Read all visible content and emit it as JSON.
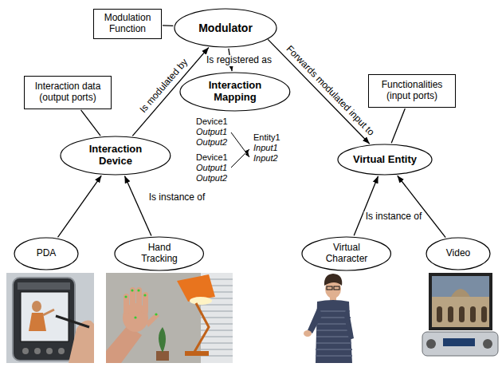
{
  "diagram": {
    "nodes": [
      {
        "text": [
          "Modulation Function"
        ]
      },
      {
        "text": [
          "Modulator"
        ]
      },
      {
        "text": [
          "Interaction Mapping"
        ]
      },
      {
        "text": [
          "Interaction data (output ports)"
        ]
      },
      {
        "text": [
          "Interaction Device"
        ]
      },
      {
        "text": [
          "Functionalities (input ports)"
        ]
      },
      {
        "text": [
          "Virtual Entity"
        ]
      },
      {
        "text": [
          "PDA"
        ]
      },
      {
        "text": [
          "Hand Tracking"
        ]
      },
      {
        "text": [
          "Virtual Character"
        ]
      },
      {
        "text": [
          "Video"
        ]
      }
    ],
    "edges": [
      {
        "from": 0,
        "to": 1,
        "arrow": "none"
      },
      {
        "from": 4,
        "to": 1,
        "arrow": "to",
        "label": "Is modulated by"
      },
      {
        "from": 1,
        "to": 2,
        "arrow": "to",
        "label": "Is registered as"
      },
      {
        "from": 1,
        "to": 6,
        "arrow": "to",
        "label": "Forwards modulated input to"
      },
      {
        "from": 3,
        "to": 4,
        "arrow": "none"
      },
      {
        "from": 5,
        "to": 6,
        "arrow": "none"
      },
      {
        "from": 7,
        "to": 4,
        "arrow": "to"
      },
      {
        "from": 8,
        "to": 4,
        "arrow": "to",
        "label": "Is instance of"
      },
      {
        "from": 9,
        "to": 6,
        "arrow": "to",
        "label": "Is instance of"
      },
      {
        "from": 10,
        "to": 6,
        "arrow": "to"
      }
    ],
    "labels": [
      "Device1",
      "Output1",
      "Output2",
      "Entity1",
      "Input1",
      "Input2",
      "Device1",
      "Output1",
      "Output2"
    ]
  }
}
